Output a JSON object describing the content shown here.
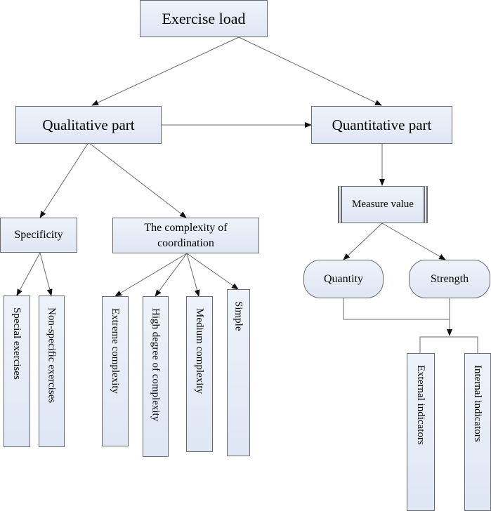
{
  "diagram": {
    "root": "Exercise load",
    "qualitative": "Qualitative part",
    "quantitative": "Quantitative part",
    "specificity": "Specificity",
    "complexity": "The complexity of coordination",
    "measure": "Measure value",
    "quantity": "Quantity",
    "strength": "Strength",
    "special": "Special exercises",
    "nonspecific": "Non-specific exercises",
    "extreme": "Extreme complexity",
    "high": "High degree of complexity",
    "medium": "Medium complexity",
    "simple": "Simple",
    "external": "External indicators",
    "internal": "Internal indicators",
    "line_color": "#6a6a6a",
    "node_fill": "#dfe6f4"
  }
}
